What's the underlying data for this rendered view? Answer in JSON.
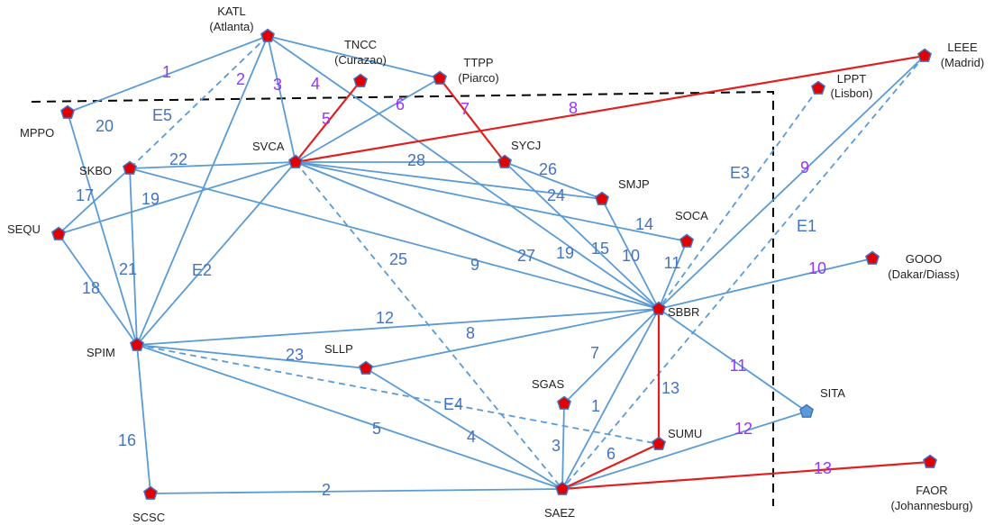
{
  "colors": {
    "link_blue": "#5b9bd5",
    "link_red": "#e02020",
    "node_fill": "#e00000",
    "node_stroke": "#4472c4",
    "label_blue": "#4472c4",
    "label_purple": "#9933ff",
    "boundary": "#000000"
  },
  "nodes": [
    {
      "id": "KATL",
      "label": [
        "KATL",
        "(Atlanta)"
      ],
      "shape": "pentagon-red"
    },
    {
      "id": "TNCC",
      "label": [
        "TNCC",
        "(Curazao)"
      ],
      "shape": "pentagon-red"
    },
    {
      "id": "TTPP",
      "label": [
        "TTPP",
        "(Piarco)"
      ],
      "shape": "pentagon-red"
    },
    {
      "id": "LEEE",
      "label": [
        "LEEE",
        "(Madrid)"
      ],
      "shape": "pentagon-red"
    },
    {
      "id": "LPPT",
      "label": [
        "LPPT",
        "(Lisbon)"
      ],
      "shape": "pentagon-red"
    },
    {
      "id": "MPPO",
      "label": [
        "MPPO"
      ],
      "shape": "pentagon-red"
    },
    {
      "id": "SKBO",
      "label": [
        "SKBO"
      ],
      "shape": "pentagon-red"
    },
    {
      "id": "SVCA",
      "label": [
        "SVCA"
      ],
      "shape": "pentagon-red"
    },
    {
      "id": "SYCJ",
      "label": [
        "SYCJ"
      ],
      "shape": "pentagon-red"
    },
    {
      "id": "SMJP",
      "label": [
        "SMJP"
      ],
      "shape": "pentagon-red"
    },
    {
      "id": "SOCA",
      "label": [
        "SOCA"
      ],
      "shape": "pentagon-red"
    },
    {
      "id": "SEQU",
      "label": [
        "SEQU"
      ],
      "shape": "pentagon-red"
    },
    {
      "id": "GOOO",
      "label": [
        "GOOO",
        "(Dakar/Diass)"
      ],
      "shape": "pentagon-red"
    },
    {
      "id": "SBBR",
      "label": [
        "SBBR"
      ],
      "shape": "pentagon-red"
    },
    {
      "id": "SPIM",
      "label": [
        "SPIM"
      ],
      "shape": "pentagon-red"
    },
    {
      "id": "SLLP",
      "label": [
        "SLLP"
      ],
      "shape": "pentagon-red"
    },
    {
      "id": "SGAS",
      "label": [
        "SGAS"
      ],
      "shape": "pentagon-red"
    },
    {
      "id": "SITA",
      "label": [
        "SITA"
      ],
      "shape": "pentagon-blue"
    },
    {
      "id": "SUMU",
      "label": [
        "SUMU"
      ],
      "shape": "pentagon-red"
    },
    {
      "id": "SCSC",
      "label": [
        "SCSC"
      ],
      "shape": "pentagon-red"
    },
    {
      "id": "SAEZ",
      "label": [
        "SAEZ"
      ],
      "shape": "pentagon-red"
    },
    {
      "id": "FAOR",
      "label": [
        "FAOR",
        "(Johannesburg)"
      ],
      "shape": "pentagon-red"
    }
  ],
  "links": [
    {
      "from": "KATL",
      "to": "MPPO",
      "label": "1",
      "color": "blue",
      "style": "solid",
      "label_color": "purple"
    },
    {
      "from": "KATL",
      "to": "SPIM",
      "label": "2",
      "color": "blue",
      "style": "solid",
      "label_color": "purple"
    },
    {
      "from": "KATL",
      "to": "SVCA",
      "label": "3",
      "color": "blue",
      "style": "solid",
      "label_color": "purple"
    },
    {
      "from": "KATL",
      "to": "SBBR",
      "label": "4",
      "color": "blue",
      "style": "solid",
      "label_color": "purple"
    },
    {
      "from": "KATL",
      "to": "TTPP",
      "label": "",
      "color": "blue",
      "style": "solid",
      "label_color": "purple"
    },
    {
      "from": "KATL",
      "to": "SKBO",
      "label": "E5",
      "color": "blue",
      "style": "dashed",
      "label_color": "blue"
    },
    {
      "from": "TNCC",
      "to": "SVCA",
      "label": "5",
      "color": "red",
      "style": "solid",
      "label_color": "purple"
    },
    {
      "from": "TTPP",
      "to": "SVCA",
      "label": "6",
      "color": "blue",
      "style": "solid",
      "label_color": "purple"
    },
    {
      "from": "TTPP",
      "to": "SYCJ",
      "label": "7",
      "color": "red",
      "style": "solid",
      "label_color": "purple"
    },
    {
      "from": "LEEE",
      "to": "SVCA",
      "label": "8",
      "color": "red",
      "style": "solid",
      "label_color": "purple"
    },
    {
      "from": "LEEE",
      "to": "SBBR",
      "label": "9",
      "color": "blue",
      "style": "solid",
      "label_color": "purple"
    },
    {
      "from": "LEEE",
      "to": "SAEZ",
      "label": "E1",
      "color": "blue",
      "style": "dashed",
      "label_color": "blue"
    },
    {
      "from": "LPPT",
      "to": "SBBR",
      "label": "E3",
      "color": "blue",
      "style": "dashed",
      "label_color": "blue"
    },
    {
      "from": "GOOO",
      "to": "SBBR",
      "label": "10",
      "color": "blue",
      "style": "solid",
      "label_color": "purple"
    },
    {
      "from": "SITA",
      "to": "SBBR",
      "label": "11",
      "color": "blue",
      "style": "solid",
      "label_color": "purple"
    },
    {
      "from": "SITA",
      "to": "SAEZ",
      "label": "12",
      "color": "blue",
      "style": "solid",
      "label_color": "purple"
    },
    {
      "from": "FAOR",
      "to": "SAEZ",
      "label": "13",
      "color": "red",
      "style": "solid",
      "label_color": "purple"
    },
    {
      "from": "MPPO",
      "to": "SPIM",
      "label": "20",
      "color": "blue",
      "style": "solid",
      "label_color": "blue"
    },
    {
      "from": "SKBO",
      "to": "SVCA",
      "label": "22",
      "color": "blue",
      "style": "solid",
      "label_color": "blue"
    },
    {
      "from": "SKBO",
      "to": "SEQU",
      "label": "17",
      "color": "blue",
      "style": "solid",
      "label_color": "blue"
    },
    {
      "from": "SKBO",
      "to": "SPIM",
      "label": "21",
      "color": "blue",
      "style": "solid",
      "label_color": "blue"
    },
    {
      "from": "SKBO",
      "to": "SBBR",
      "label": "9",
      "color": "blue",
      "style": "solid",
      "label_color": "blue"
    },
    {
      "from": "SEQU",
      "to": "SVCA",
      "label": "19",
      "color": "blue",
      "style": "solid",
      "label_color": "blue"
    },
    {
      "from": "SEQU",
      "to": "SPIM",
      "label": "18",
      "color": "blue",
      "style": "solid",
      "label_color": "blue"
    },
    {
      "from": "SVCA",
      "to": "SYCJ",
      "label": "28",
      "color": "blue",
      "style": "solid",
      "label_color": "blue"
    },
    {
      "from": "SVCA",
      "to": "SMJP",
      "label": "24",
      "color": "blue",
      "style": "solid",
      "label_color": "blue"
    },
    {
      "from": "SVCA",
      "to": "SOCA",
      "label": "26",
      "color": "blue",
      "style": "solid",
      "label_color": "blue"
    },
    {
      "from": "SVCA",
      "to": "SBBR",
      "label": "14",
      "color": "blue",
      "style": "solid",
      "label_color": "blue"
    },
    {
      "from": "SVCA",
      "to": "SPIM",
      "label": "27",
      "color": "blue",
      "style": "solid",
      "label_color": "blue"
    },
    {
      "from": "SVCA",
      "to": "SAEZ",
      "label": "E2",
      "color": "blue",
      "style": "dashed",
      "label_color": "blue"
    },
    {
      "from": "SYCJ",
      "to": "SMJP",
      "label": "25",
      "color": "blue",
      "style": "solid",
      "label_color": "blue"
    },
    {
      "from": "SYCJ",
      "to": "SBBR",
      "label": "15",
      "color": "blue",
      "style": "solid",
      "label_color": "blue"
    },
    {
      "from": "SMJP",
      "to": "SBBR",
      "label": "10",
      "color": "blue",
      "style": "solid",
      "label_color": "blue"
    },
    {
      "from": "SOCA",
      "to": "SBBR",
      "label": "11",
      "color": "blue",
      "style": "solid",
      "label_color": "blue"
    },
    {
      "from": "SPIM",
      "to": "SBBR",
      "label": "12",
      "color": "blue",
      "style": "solid",
      "label_color": "blue"
    },
    {
      "from": "SPIM",
      "to": "SLLP",
      "label": "23",
      "color": "blue",
      "style": "solid",
      "label_color": "blue"
    },
    {
      "from": "SPIM",
      "to": "SCSC",
      "label": "16",
      "color": "blue",
      "style": "solid",
      "label_color": "blue"
    },
    {
      "from": "SPIM",
      "to": "SAEZ",
      "label": "5",
      "color": "blue",
      "style": "solid",
      "label_color": "blue"
    },
    {
      "from": "SPIM",
      "to": "SUMU",
      "label": "E4",
      "color": "blue",
      "style": "dashed",
      "label_color": "blue"
    },
    {
      "from": "SLLP",
      "to": "SBBR",
      "label": "8",
      "color": "blue",
      "style": "solid",
      "label_color": "blue"
    },
    {
      "from": "SLLP",
      "to": "SAEZ",
      "label": "4",
      "color": "blue",
      "style": "solid",
      "label_color": "blue"
    },
    {
      "from": "SGAS",
      "to": "SBBR",
      "label": "7",
      "color": "blue",
      "style": "solid",
      "label_color": "blue"
    },
    {
      "from": "SGAS",
      "to": "SAEZ",
      "label": "3",
      "color": "blue",
      "style": "solid",
      "label_color": "blue"
    },
    {
      "from": "SBBR",
      "to": "SAEZ",
      "label": "1",
      "color": "blue",
      "style": "solid",
      "label_color": "blue"
    },
    {
      "from": "SBBR",
      "to": "SUMU",
      "label": "13",
      "color": "red",
      "style": "solid",
      "label_color": "blue"
    },
    {
      "from": "SUMU",
      "to": "SAEZ",
      "label": "6",
      "color": "red",
      "style": "solid",
      "label_color": "blue"
    },
    {
      "from": "SCSC",
      "to": "SAEZ",
      "label": "2",
      "color": "blue",
      "style": "solid",
      "label_color": "blue"
    },
    {
      "from": "SBBR",
      "to": "SVCA",
      "label": "19",
      "color": "blue",
      "style": "solid",
      "label_color": "blue"
    }
  ]
}
